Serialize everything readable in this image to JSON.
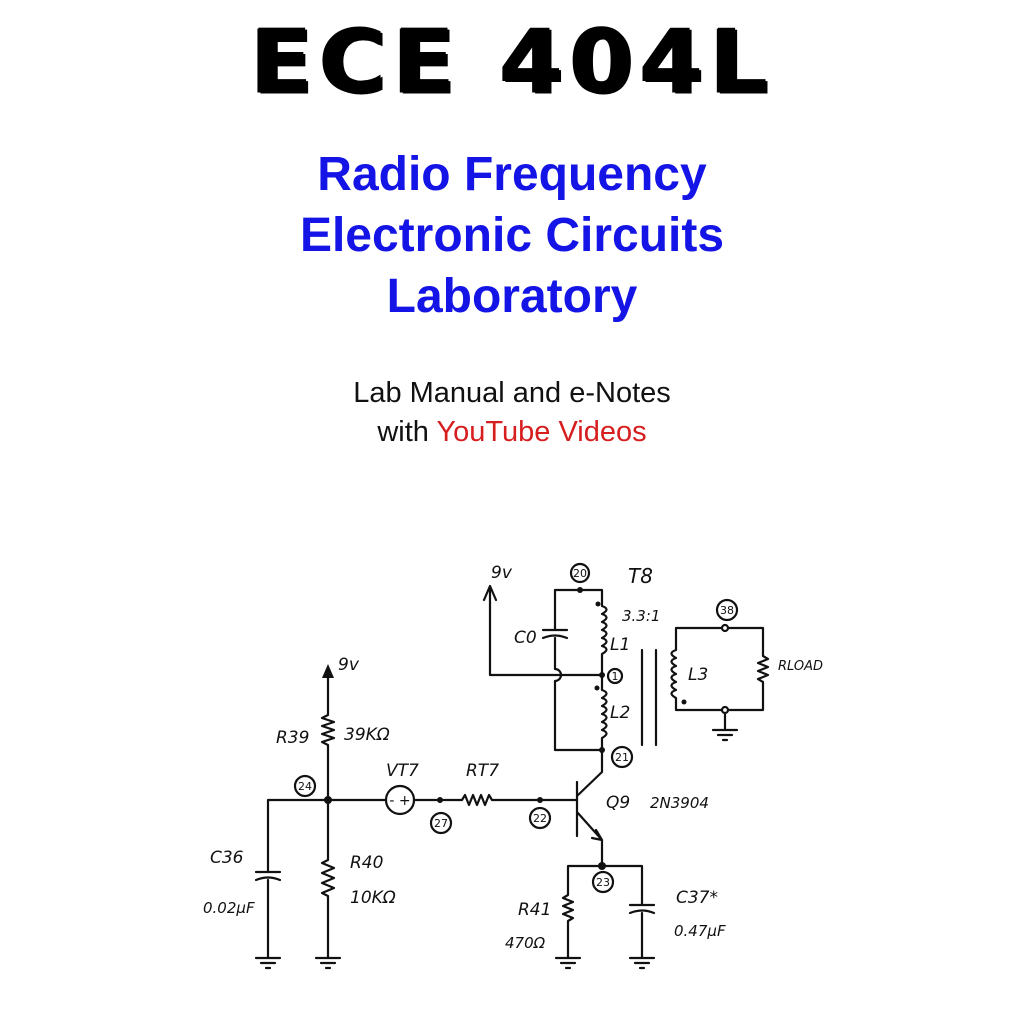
{
  "logo": "ECE 404L",
  "title_lines": [
    "Radio Frequency",
    "Electronic Circuits",
    "Laboratory"
  ],
  "subtitle": {
    "line1": "Lab Manual and e-Notes",
    "line2_prefix": "with ",
    "line2_highlight": "YouTube Videos"
  },
  "colors": {
    "title": "#1414e6",
    "highlight": "#d71e1e"
  },
  "circuit": {
    "supply_top": "9v",
    "node20": "20",
    "transformer": "T8",
    "ratio": "3.3:1",
    "node38": "38",
    "c0": "C0",
    "l1": "L1",
    "node1": "1",
    "l2": "L2",
    "l3": "L3",
    "rload": "RLOAD",
    "node21": "21",
    "supply_left": "9v",
    "r39": "R39",
    "r39_value": "39KΩ",
    "node24": "24",
    "vt7": "VT7",
    "vt7_sign": "- +",
    "rt7": "RT7",
    "node27": "27",
    "node22": "22",
    "q9": "Q9",
    "q9_part": "2N3904",
    "c36": "C36",
    "c36_value": "0.02μF",
    "r40": "R40",
    "r40_value": "10KΩ",
    "node23": "23",
    "c37": "C37*",
    "c37_value": "0.47μF",
    "r41": "R41",
    "r41_value": "470Ω"
  }
}
